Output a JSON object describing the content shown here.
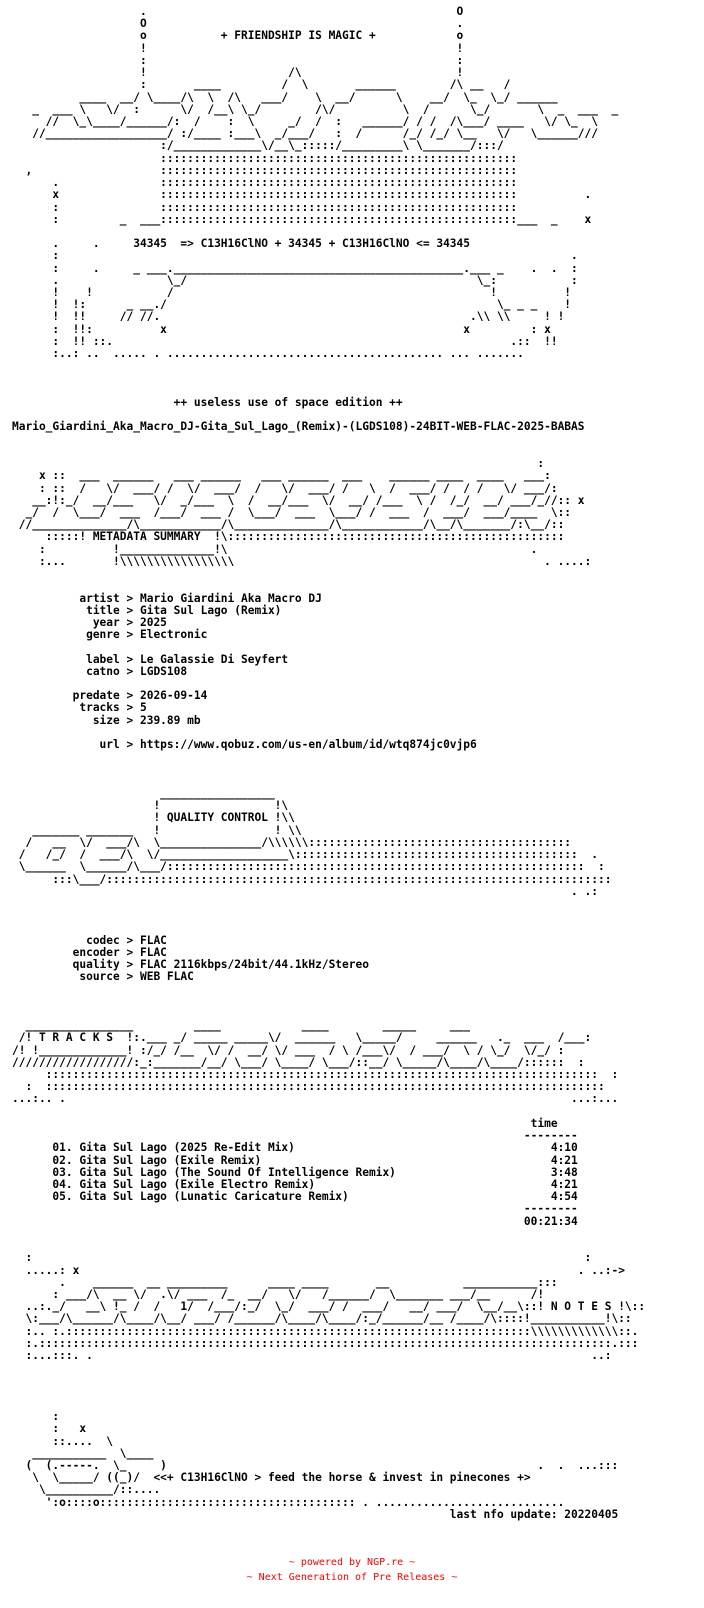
{
  "nfo_text": "                   .                                              O\n                   O                                              .\n                   o           + FRIENDSHIP IS MAGIC +            o\n                   !                                              !\n                   :                                              :\n                   !                     /\\                       !\n                   :       ____         /  \\       ______        /\\ __   /\n          ____  __/ \\____/\\  \\  /\\   ___/    \\  __/      \\    __/  \\_  \\_/ ______\n   _  ___ \\   \\/  :      \\/  /__\\ \\_/        /\\/          \\  /      \\_/       \\  _  ___  _\n     //  \\_\\____/______/:  /    :  \\     _/  /  :   ______/ / /  /\\___/ ____   \\/ \\_  \\\n   //__________________/ :/____ :___\\  _/___/   :  /      /_/ /_/ \\__   \\/   \\______///\n                      :/_____________\\/__\\_:::::/_________\\ \\_______/:::/\n                      :::::::::::::::::::::::::::::::::::::::::::::::::::::\n  ,                   :::::::::::::::::::::::::::::::::::::::::::::::::::::\n      .               :::::::::::::::::::::::::::::::::::::::::::::::::::::\n      x               :::::::::::::::::::::::::::::::::::::::::::::::::::::          .\n      :               :::::::::::::::::::::::::::::::::::::::::::::::::::::\n      :         _  ___:::::::::::::::::::::::::::::::::::::::::::::::::::::___  _    x\n\n      .     .     34345  => C13H16ClNO + 34345 + C13H16ClNO <= 34345\n      :                                                                            .\n      :     .     _ ___.___________________________________________.___ _    .  .  :\n      .                \\_/                                           \\_:           :\n      !    !           /                                               !          !\n      !  !:      _ __./                                                 \\_ _ _    !\n      !  !!     // //.                                              .\\\\ \\\\     ! !\n      :  !!:          x                                            x         : x\n      :  !! ::.                                                           .::  !!\n      :..: ..  ..... . ......................................... ... .......\n\n\n\n                        ++ useless use of space edition ++\n\nMario_Giardini_Aka_Macro_DJ-Gita_Sul_Lago_(Remix)-(LGDS108)-24BIT-WEB-FLAC-2025-BABAS\n\n\n                                                                              :\n    x ::  ___  ______   ___ ______   ___ ______  ___    ______ ____  ____   ___:\n    : ::  /   \\/  ___/ /  \\/  ___/  /   \\/  ___/ /   \\  /  ___/ /  / /   \\/ ___/:\n   __:!:_/  __/___   \\/  _/___  \\  /  __/___  \\/  __/ /___  \\ /  /_/  __/ ___/_//:: x\n  _/  /  \\___/  ___  /___/  ___ /  \\___/  ___  \\___/ /  ___  /  ___/  ___/____  \\::\n //______________/\\____________/\\______________/\\____________/\\__/\\_______/:\\__/::\n     :::::! METADATA SUMMARY  !\\::::::::::::::::::::::::::::::::::::::::::::::::::\n    :          !______________!\\                                             .\n    :...       !\\\\\\\\\\\\\\\\\\\\\\\\\\\\\\\\\\                                              . ....:\n\n\n          artist > Mario Giardini Aka Macro DJ\n           title > Gita Sul Lago (Remix)\n            year > 2025\n           genre > Electronic\n\n           label > Le Galassie Di Seyfert\n           catno > LGDS108\n\n         predate > 2026-09-14\n          tracks > 5\n            size > 239.89 mb\n\n             url > https://www.qobuz.com/us-en/album/id/wtq874jc0vjp6\n\n\n\n                      _________________\n                     !                 !\\\n                     ! QUALITY CONTROL !\\\\\n   _______ _______   !                 ! \\\\\n  /   __  \\/  ___/\\  \\_______________/\\\\\\\\\\\\:::::::::::::::::::::::::::::::::::::::\n /   /_/  /  ___/\\  \\/___________________\\::::::::::::::::::::::::::::::::::::::::::  .\n \\______  \\______/\\___/::::::::::::::::::::::::::::::::::::::::::::::::::::::::::::::  :\n      :::\\___/:::::::::::::::::::::::::::::::::::::::::::::::::::::::::::::::::::::::::::\n                                                                                   . .:\n\n\n\n           codec > FLAC\n         encoder > FLAC\n         quality > FLAC 2116kbps/24bit/44.1kHz/Stereo\n          source > WEB FLAC\n\n\n\n  ________________         ____            ____        _____     ___\n /! T R A C K S  !:.___ _/ _____ _____\\/  ______   \\_____/     ______   ._  ___  /___:\n/! !_____________! :/_/ /__  \\/ /  __/ \\/ ___  / \\ /___\\/  / ___/  \\ / \\_/  \\/_/ :\n//////////////////:_:_______/__/ \\___/ \\____/ \\___/::__/ \\_____/\\____/\\____/::::::  :\n     ::::::::::::::::::::::::::::::::::::::::::::::::::::::::::::::::::::::::::::::::::  :\n  :  :::::::::::::::::::::::::::::::::::::::::::::::::::::::::::::::::::::::::::::::::::\n...:.. .                                                                           ...:...\n\n                                                                             time\n                                                                            --------\n      01. Gita Sul Lago (2025 Re-Edit Mix)                                      4:10\n      02. Gita Sul Lago (Exile Remix)                                           4:21\n      03. Gita Sul Lago (The Sound Of Intelligence Remix)                       3:48\n      04. Gita Sul Lago (Exile Electro Remix)                                   4:21\n      05. Gita Sul Lago (Lunatic Caricature Remix)                              4:54\n                                                                            --------\n                                                                            00:21:34\n\n\n  :                                                                                  :\n  .....: x                                                                          . ..:->\n       .    ______  __ _________      ____ ____       __           ___________:::\n      : ___/\\  __ \\/  .\\/ ___  /_  __/   \\/   /______/  \\_______ ___/__      /!\n  ..:._/   __\\ !_ /  /   1/  /___/:_/  \\_/  ___/ /  ___/   __/ ___/  \\__/__\\::! N O T E S !\\::\n  \\:___/\\______/\\____/\\__/ ___/ /______/\\____/\\____/:_/______/__ /____/\\::::!___________!\\::\n  :.. :.:::::::::::::::::::::::::::::::::::::::::::::::::::::::::::::::::::::\\\\\\\\\\\\\\\\\\\\\\\\\\::.\n  :.:::::::::::::::::::::::::::::::::::::::::::::::::::::::::::::::::::::::::::::::::::::.:::\n  :...:::. .                                                                          ..:\n\n\n\n\n      :\n      :   x\n      ::....  \\\n   ___________  \\____\n  (  (.-----.  \\_     )                                                       .  .  ...:::\n   \\  \\_____/ ((_)/  <<+ C13H16ClNO > feed the horse & invest in pinecones +>\n    \\__________/::....\n     ':o::::o:::::::::::::::::::::::::::::::::::::: . ............................\n                                                                 last nfo update: 20220405",
  "footer": {
    "line1": "~ powered by NGP.re ~",
    "line2": "~ Next Generation of Pre Releases ~"
  },
  "colors": {
    "text": "#000000",
    "footer": "#ff0000",
    "background": "#ffffff"
  }
}
